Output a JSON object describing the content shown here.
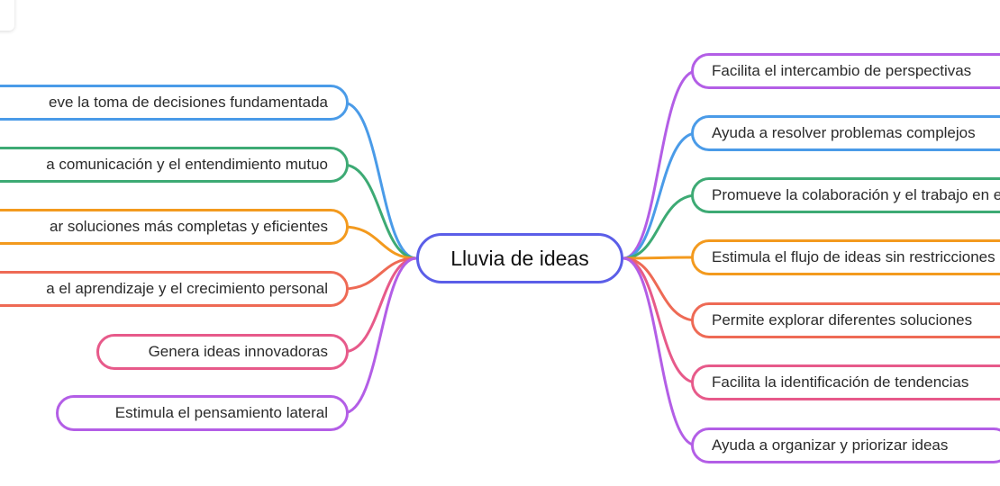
{
  "central_topic": "Lluvia de ideas",
  "colors": {
    "central": "#5b5ee8",
    "blue": "#4a9be8",
    "green": "#3daa74",
    "orange": "#f39a1e",
    "red": "#ee6a55",
    "pink": "#e75a8a",
    "purple": "#b35ee6"
  },
  "left_branches": [
    {
      "text": "eve la toma de decisiones fundamentada",
      "color": "blue"
    },
    {
      "text": "a comunicación y el entendimiento mutuo",
      "color": "green"
    },
    {
      "text": "ar soluciones más completas y eficientes",
      "color": "orange"
    },
    {
      "text": "a el aprendizaje y el crecimiento personal",
      "color": "red"
    },
    {
      "text": "Genera ideas innovadoras",
      "color": "pink"
    },
    {
      "text": "Estimula el pensamiento lateral",
      "color": "purple"
    }
  ],
  "right_branches": [
    {
      "text": "Facilita el intercambio de perspectivas",
      "color": "purple"
    },
    {
      "text": "Ayuda a resolver problemas complejos",
      "color": "blue"
    },
    {
      "text": "Promueve la colaboración y el trabajo en equipo",
      "color": "green"
    },
    {
      "text": "Estimula el flujo de ideas sin restricciones",
      "color": "orange"
    },
    {
      "text": "Permite explorar diferentes soluciones",
      "color": "red"
    },
    {
      "text": "Facilita la identificación de tendencias",
      "color": "pink"
    },
    {
      "text": "Ayuda a organizar y priorizar ideas",
      "color": "purple"
    }
  ]
}
